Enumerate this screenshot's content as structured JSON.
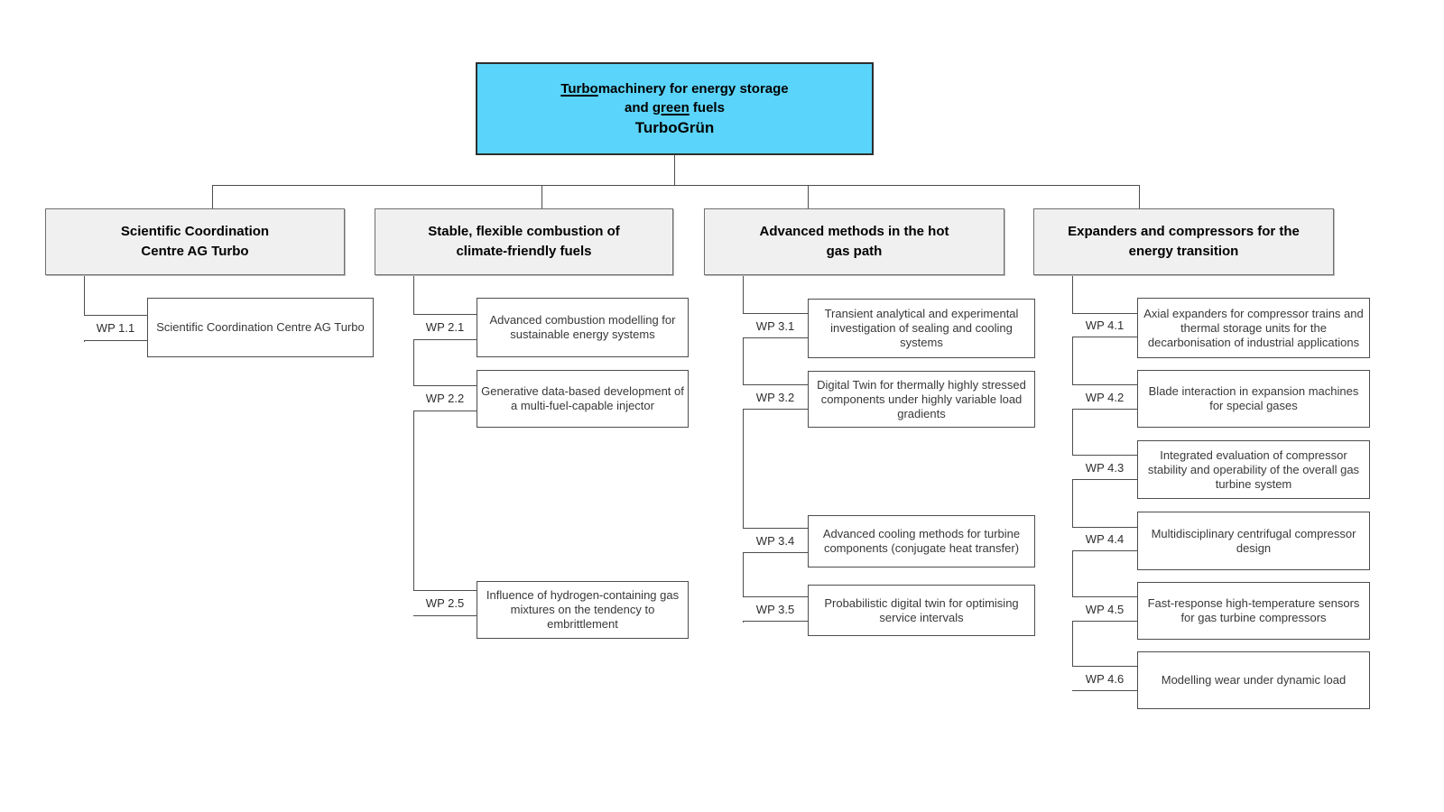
{
  "colors": {
    "root_fill": "#5AD4FA",
    "header_fill": "#F0F0F0",
    "box_fill": "#FFFFFF",
    "line_color": "#4D4D4D"
  },
  "root": {
    "line1_underline": "Turbo",
    "line1_rest": "machinery for energy storage",
    "line2_pre": "and ",
    "line2_underline": "green",
    "line2_post": " fuels",
    "acronym": "TurboGrün"
  },
  "branches": [
    {
      "title": [
        "Scientific Coordination",
        "Centre AG Turbo"
      ],
      "wps": [
        {
          "label": "WP 1.1",
          "text": "Scientific Coordination Centre AG Turbo"
        }
      ]
    },
    {
      "title": [
        "Stable, flexible combustion of",
        "climate-friendly fuels"
      ],
      "wps": [
        {
          "label": "WP 2.1",
          "text": "Advanced combustion modelling for sustainable energy systems"
        },
        {
          "label": "WP 2.2",
          "text": "Generative data-based development of a multi-fuel-capable injector"
        },
        {
          "label": "WP 2.5",
          "text": "Influence of hydrogen-containing gas mixtures on the tendency to embrittlement"
        }
      ]
    },
    {
      "title": [
        "Advanced methods in the hot",
        "gas path"
      ],
      "wps": [
        {
          "label": "WP 3.1",
          "text": "Transient analytical and experimental investigation of sealing and cooling systems"
        },
        {
          "label": "WP 3.2",
          "text": "Digital Twin for thermally highly stressed components under highly variable load gradients"
        },
        {
          "label": "WP 3.4",
          "text": "Advanced cooling methods for turbine components (conjugate heat transfer)"
        },
        {
          "label": "WP 3.5",
          "text": "Probabilistic digital twin for optimising service intervals"
        }
      ]
    },
    {
      "title": [
        "Expanders and compressors for the",
        "energy transition"
      ],
      "wps": [
        {
          "label": "WP 4.1",
          "text": "Axial expanders for compressor trains and thermal storage units for the decarbonisation of industrial applications"
        },
        {
          "label": "WP 4.2",
          "text": "Blade interaction in expansion machines for special gases"
        },
        {
          "label": "WP 4.3",
          "text": "Integrated evaluation of compressor stability and operability of the overall gas turbine system"
        },
        {
          "label": "WP 4.4",
          "text": "Multidisciplinary centrifugal compressor design"
        },
        {
          "label": "WP 4.5",
          "text": "Fast-response high-temperature sensors for gas turbine compressors"
        },
        {
          "label": "WP 4.6",
          "text": "Modelling wear under dynamic load"
        }
      ]
    }
  ]
}
